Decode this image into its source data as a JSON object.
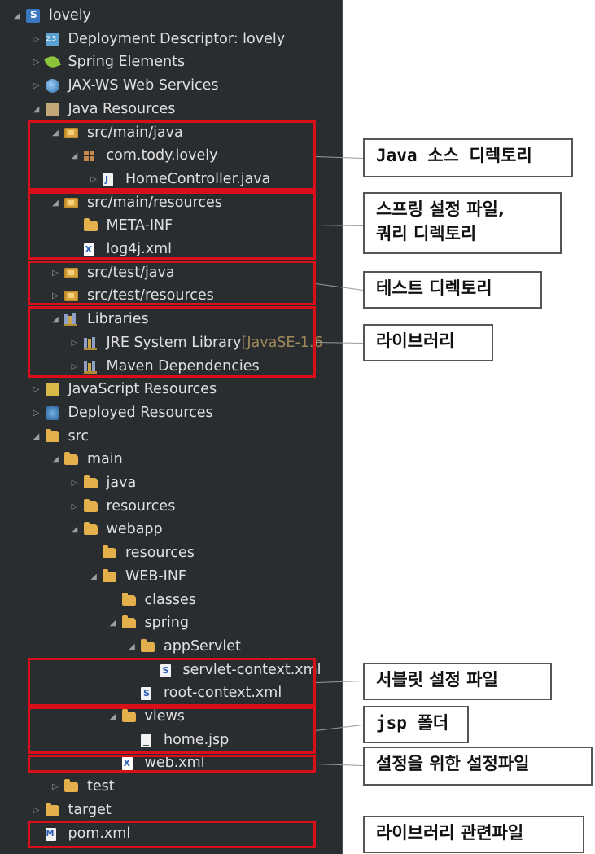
{
  "tree": {
    "items": [
      {
        "label": "lovely",
        "icon": "maven-project-icon",
        "twisty": "open"
      },
      {
        "label": "Deployment Descriptor: lovely",
        "icon": "deployment-descriptor-icon",
        "twisty": "closed"
      },
      {
        "label": "Spring Elements",
        "icon": "spring-leaf-icon",
        "twisty": "closed"
      },
      {
        "label": "JAX-WS Web Services",
        "icon": "web-services-icon",
        "twisty": "closed"
      },
      {
        "label": "Java Resources",
        "icon": "java-resources-icon",
        "twisty": "open"
      },
      {
        "label": "src/main/java",
        "icon": "source-folder-icon",
        "twisty": "open"
      },
      {
        "label": "com.tody.lovely",
        "icon": "package-icon",
        "twisty": "open"
      },
      {
        "label": "HomeController.java",
        "icon": "java-file-icon",
        "twisty": "closed"
      },
      {
        "label": "src/main/resources",
        "icon": "source-folder-icon",
        "twisty": "open"
      },
      {
        "label": "META-INF",
        "icon": "folder-icon",
        "twisty": "none"
      },
      {
        "label": "log4j.xml",
        "icon": "xml-file-icon",
        "twisty": "none"
      },
      {
        "label": "src/test/java",
        "icon": "source-folder-icon",
        "twisty": "closed"
      },
      {
        "label": "src/test/resources",
        "icon": "source-folder-icon",
        "twisty": "closed"
      },
      {
        "label": "Libraries",
        "icon": "libraries-icon",
        "twisty": "open"
      },
      {
        "label": "JRE System Library",
        "suffix": "[JavaSE-1.6",
        "icon": "libraries-icon",
        "twisty": "closed"
      },
      {
        "label": "Maven Dependencies",
        "icon": "libraries-icon",
        "twisty": "closed"
      },
      {
        "label": "JavaScript Resources",
        "icon": "javascript-resources-icon",
        "twisty": "closed"
      },
      {
        "label": "Deployed Resources",
        "icon": "deployed-resources-icon",
        "twisty": "closed"
      },
      {
        "label": "src",
        "icon": "spring-folder-icon",
        "twisty": "open"
      },
      {
        "label": "main",
        "icon": "spring-folder-icon",
        "twisty": "open"
      },
      {
        "label": "java",
        "icon": "folder-icon",
        "twisty": "closed"
      },
      {
        "label": "resources",
        "icon": "folder-icon",
        "twisty": "closed"
      },
      {
        "label": "webapp",
        "icon": "spring-folder-icon",
        "twisty": "open"
      },
      {
        "label": "resources",
        "icon": "folder-icon",
        "twisty": "none"
      },
      {
        "label": "WEB-INF",
        "icon": "spring-folder-icon",
        "twisty": "open"
      },
      {
        "label": "classes",
        "icon": "folder-icon",
        "twisty": "none"
      },
      {
        "label": "spring",
        "icon": "spring-folder-icon",
        "twisty": "open"
      },
      {
        "label": "appServlet",
        "icon": "spring-folder-icon",
        "twisty": "open"
      },
      {
        "label": "servlet-context.xml",
        "icon": "spring-xml-icon",
        "twisty": "none"
      },
      {
        "label": "root-context.xml",
        "icon": "spring-xml-icon",
        "twisty": "none"
      },
      {
        "label": "views",
        "icon": "folder-icon",
        "twisty": "open"
      },
      {
        "label": "home.jsp",
        "icon": "jsp-file-icon",
        "twisty": "none"
      },
      {
        "label": "web.xml",
        "icon": "xml-file-icon",
        "twisty": "none"
      },
      {
        "label": "test",
        "icon": "folder-icon",
        "twisty": "closed"
      },
      {
        "label": "target",
        "icon": "folder-icon",
        "twisty": "closed"
      },
      {
        "label": "pom.xml",
        "icon": "maven-pom-icon",
        "twisty": "none"
      }
    ]
  },
  "callouts": [
    {
      "text": "Java 소스 디렉토리"
    },
    {
      "text": "스프링 설정 파일,\n쿼리 디렉토리"
    },
    {
      "text": "테스트 디렉토리"
    },
    {
      "text": "라이브러리"
    },
    {
      "text": "서블릿 설정 파일"
    },
    {
      "text": "jsp 폴더"
    },
    {
      "text": "설정을 위한 설정파일"
    },
    {
      "text": "라이브러리 관련파일"
    }
  ],
  "colors": {
    "highlight": "#d9101a",
    "panel": "#2a2d30",
    "text": "#e0e0e0"
  }
}
